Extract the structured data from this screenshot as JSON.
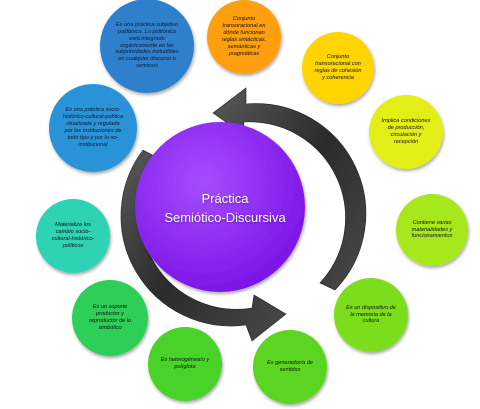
{
  "center": {
    "line1": "Práctica",
    "line2": "Semiótico-Discursiva",
    "color": "#8a1cf2"
  },
  "nodes": [
    {
      "id": "n1",
      "text": "Conjunto transoracional en dónde funcionan reglas sintácticas, semánticas y pragmáticas",
      "color": "#ff9f0f"
    },
    {
      "id": "n2",
      "text": "Conjunto transoracional con reglas de cohesión y coherencia",
      "color": "#ffd400"
    },
    {
      "id": "n3",
      "text": "Implica condiciones de producción, circulación y recepción",
      "color": "#e3ee17"
    },
    {
      "id": "n4",
      "text": "Contiene varias materialidades y funcionamientos",
      "color": "#a6e81c"
    },
    {
      "id": "n5",
      "text": "Es un dispositivo de la memoria de la cultura",
      "color": "#7bdd1e"
    },
    {
      "id": "n6",
      "text": "Es generador/a de sentidos",
      "color": "#5cd421"
    },
    {
      "id": "n7",
      "text": "Es heterogénea/o y políglota",
      "color": "#48d22c"
    },
    {
      "id": "n8",
      "text": "Es un soporte productor y reproductor de lo simbólico",
      "color": "#2fcf58"
    },
    {
      "id": "n9",
      "text": "Materializa los cambio socio-cultural-histórico-políticos",
      "color": "#2ed3b3"
    },
    {
      "id": "n10",
      "text": "Es una práctica socio-histórico-cultural-política ritualizada y regulada por las instituciones de todo tipo y por lo no-institucional",
      "color": "#2a93d8"
    },
    {
      "id": "n11",
      "text": "Es una práctica subjetivo polifónica. Lo polifónico está integrado orgánicamente en las subjetividades ineludibles en cualquier discurso o semiosis",
      "color": "#2f80cc"
    }
  ]
}
